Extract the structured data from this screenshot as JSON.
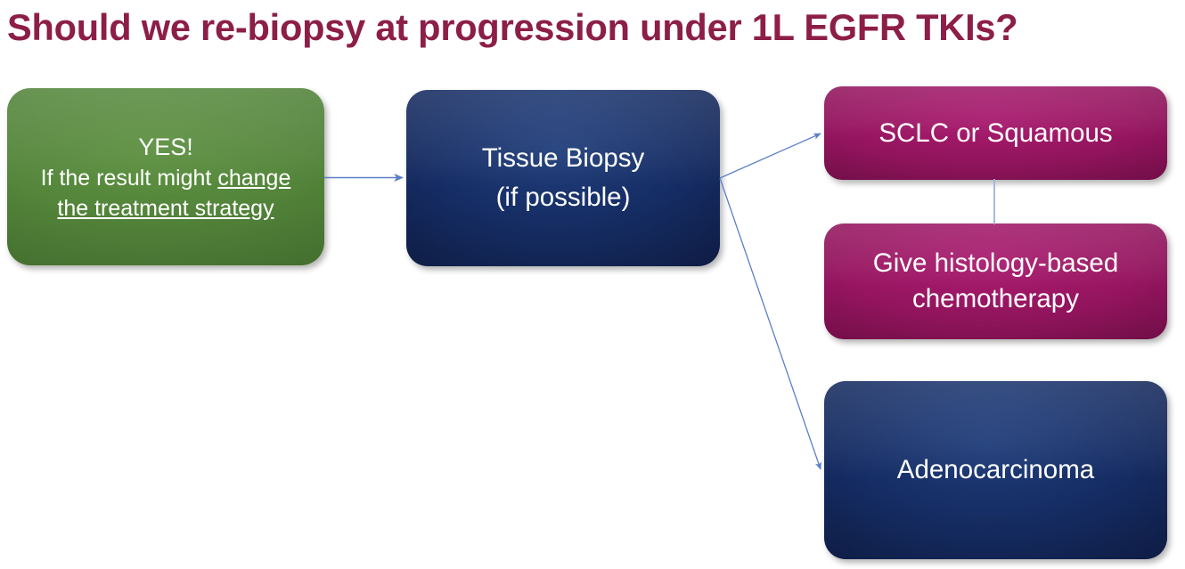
{
  "slide": {
    "title": "Should we re-biopsy at progression under 1L EGFR TKIs?",
    "title_color": "#8c1e47",
    "background_color": "#ffffff"
  },
  "nodes": {
    "yes": {
      "line1": "YES!",
      "line2_prefix": "If the result might ",
      "line2_underlined": "change",
      "line3_underlined": "the treatment strategy",
      "color": "#54863b"
    },
    "biopsy": {
      "line1": "Tissue Biopsy",
      "line2": "(if possible)",
      "color": "#152c63"
    },
    "sclc": {
      "line1": "SCLC or Squamous",
      "color": "#971560"
    },
    "chemo": {
      "line1": "Give histology-based",
      "line2": "chemotherapy",
      "color": "#971560"
    },
    "adeno": {
      "line1": "Adenocarcinoma",
      "color": "#152c63"
    }
  },
  "connectors": {
    "color": "#5b7fc7",
    "items": [
      {
        "name": "yes-to-biopsy",
        "type": "arrow",
        "from": "yes",
        "to": "biopsy"
      },
      {
        "name": "biopsy-to-sclc",
        "type": "arrow",
        "from": "biopsy",
        "to": "sclc"
      },
      {
        "name": "biopsy-to-adeno",
        "type": "arrow",
        "from": "biopsy",
        "to": "adeno"
      },
      {
        "name": "sclc-to-chemo",
        "type": "line",
        "from": "sclc",
        "to": "chemo"
      }
    ]
  }
}
